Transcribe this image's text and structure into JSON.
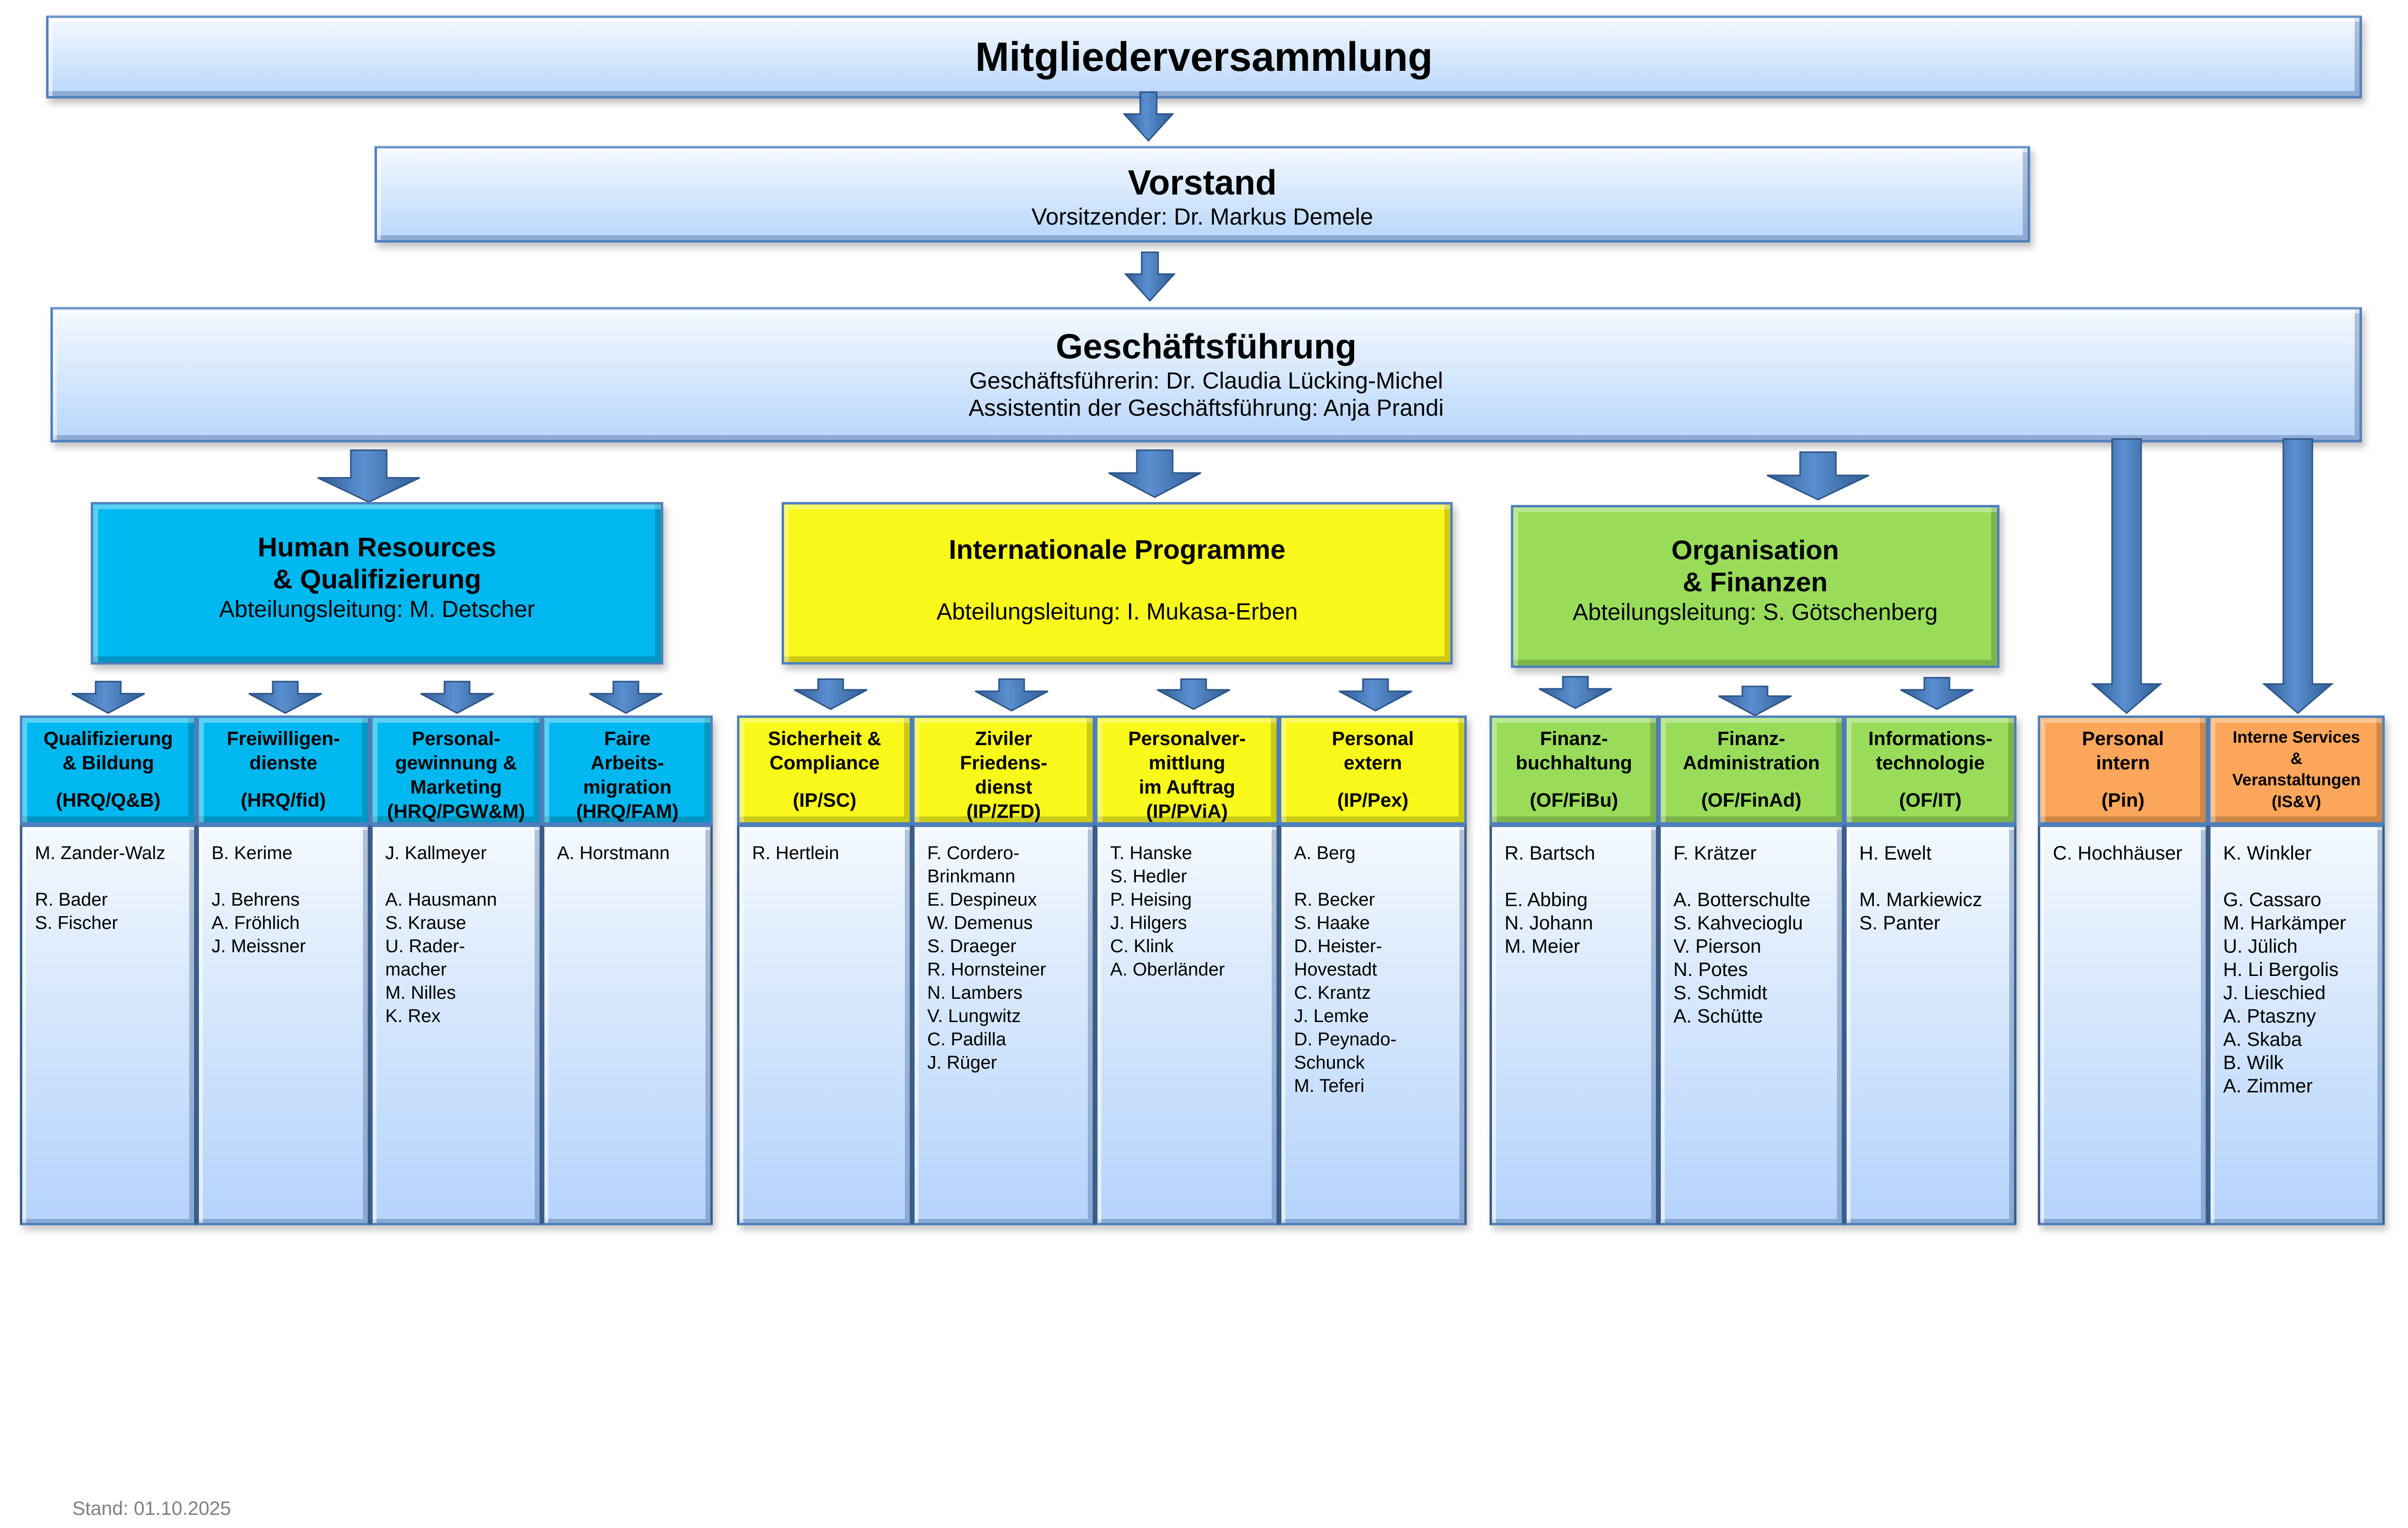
{
  "levels": {
    "assembly": {
      "title": "Mitgliederversammlung"
    },
    "board": {
      "title": "Vorstand",
      "chair": "Vorsitzender: Dr. Markus Demele"
    },
    "management": {
      "title": "Geschäftsführung",
      "director": "Geschäftsführerin: Dr. Claudia Lücking-Michel",
      "assistant": "Assistentin der Geschäftsführung: Anja Prandi"
    }
  },
  "colors": {
    "hrq": "#00b8f0",
    "ip": "#f8f81a",
    "of": "#99dc5a",
    "staff": "#fba65a",
    "arrow": "#4f81bd",
    "box_border": "#4f81bd"
  },
  "departments": {
    "hrq": {
      "title_line1": "Human Resources",
      "title_line2": "& Qualifizierung",
      "lead": "Abteilungsleitung: M. Detscher",
      "units": [
        {
          "name_lines": [
            "Qualifizierung",
            "& Bildung"
          ],
          "code": "(HRQ/Q&B)",
          "members": [
            "M. Zander-Walz",
            "",
            "R. Bader",
            "S. Fischer"
          ]
        },
        {
          "name_lines": [
            "Freiwilligen-",
            "dienste"
          ],
          "code": "(HRQ/fid)",
          "members": [
            "B. Kerime",
            "",
            "J. Behrens",
            "A. Fröhlich",
            "J. Meissner"
          ]
        },
        {
          "name_lines": [
            "Personal-",
            "gewinnung &",
            "Marketing"
          ],
          "code": "(HRQ/PGW&M)",
          "members": [
            "J. Kallmeyer",
            "",
            "A. Hausmann",
            "S. Krause",
            "U. Rader-",
            "macher",
            "M. Nilles",
            "K. Rex"
          ]
        },
        {
          "name_lines": [
            "Faire",
            "Arbeits-",
            "migration"
          ],
          "code": "(HRQ/FAM)",
          "members": [
            "A. Horstmann"
          ]
        }
      ]
    },
    "ip": {
      "title_line1": "Internationale Programme",
      "title_line2": "",
      "lead": "Abteilungsleitung: I. Mukasa-Erben",
      "units": [
        {
          "name_lines": [
            "Sicherheit &",
            "Compliance"
          ],
          "code": "(IP/SC)",
          "members": [
            "R. Hertlein"
          ]
        },
        {
          "name_lines": [
            "Ziviler",
            "Friedens-",
            "dienst"
          ],
          "code": "(IP/ZFD)",
          "members": [
            "F. Cordero-",
            "Brinkmann",
            "E. Despineux",
            "W. Demenus",
            "S. Draeger",
            "R. Hornsteiner",
            "N. Lambers",
            "V. Lungwitz",
            "C. Padilla",
            "J. Rüger"
          ]
        },
        {
          "name_lines": [
            "Personalver-",
            "mittlung",
            "im Auftrag"
          ],
          "code": "(IP/PViA)",
          "members": [
            "T. Hanske",
            "S. Hedler",
            "P. Heising",
            "J. Hilgers",
            "C. Klink",
            "A. Oberländer"
          ]
        },
        {
          "name_lines": [
            "Personal",
            "extern"
          ],
          "code": "(IP/Pex)",
          "members": [
            "A. Berg",
            "",
            "R. Becker",
            "S. Haake",
            "D. Heister-",
            "Hovestadt",
            "C. Krantz",
            "J. Lemke",
            "D. Peynado-",
            "Schunck",
            "M. Teferi"
          ]
        }
      ]
    },
    "of": {
      "title_line1": "Organisation",
      "title_line2": "& Finanzen",
      "lead": "Abteilungsleitung: S. Götschenberg",
      "units": [
        {
          "name_lines": [
            "Finanz-",
            "buchhaltung"
          ],
          "code": "(OF/FiBu)",
          "members": [
            "R. Bartsch",
            "",
            "E. Abbing",
            "N. Johann",
            "M. Meier"
          ]
        },
        {
          "name_lines": [
            "Finanz-",
            "Administration"
          ],
          "code": "(OF/FinAd)",
          "members": [
            "F. Krätzer",
            "",
            "A. Botterschulte",
            "S. Kahvecioglu",
            "V. Pierson",
            "N. Potes",
            "S. Schmidt",
            "A. Schütte"
          ]
        },
        {
          "name_lines": [
            "Informations-",
            "technologie"
          ],
          "code": "(OF/IT)",
          "members": [
            "H. Ewelt",
            "",
            "M. Markiewicz",
            "S. Panter"
          ]
        }
      ]
    }
  },
  "staff_units": [
    {
      "name_lines": [
        "Personal",
        "intern"
      ],
      "code": "(Pin)",
      "members": [
        "C. Hochhäuser"
      ]
    },
    {
      "name_lines": [
        "Interne Services",
        "&",
        "Veranstaltungen"
      ],
      "code": "(IS&V)",
      "members": [
        "K. Winkler",
        "",
        "G. Cassaro",
        "M. Harkämper",
        "U. Jülich",
        "H. Li Bergolis",
        "J. Lieschied",
        "A. Ptaszny",
        "A. Skaba",
        "B. Wilk",
        "A. Zimmer"
      ]
    }
  ],
  "footer": {
    "stand": "Stand: 01.10.2025"
  }
}
